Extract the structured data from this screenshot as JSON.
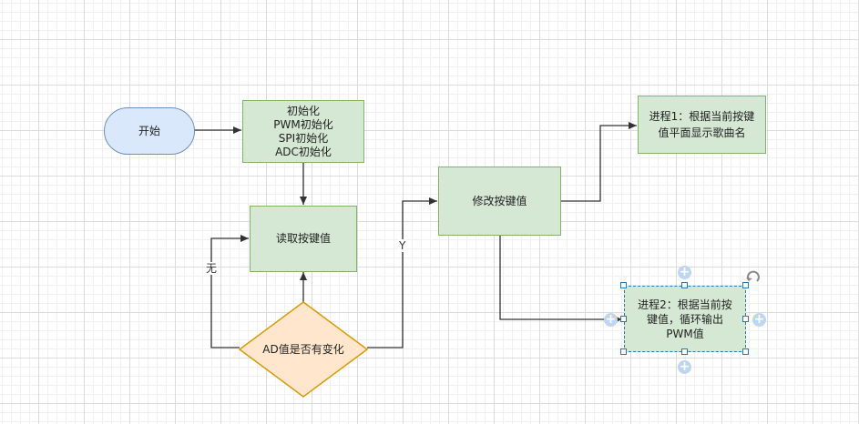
{
  "nodes": {
    "start": "开始",
    "init": [
      "初始化",
      "PWM初始化",
      "SPI初始化",
      "ADC初始化"
    ],
    "read_key": "读取按键值",
    "decision": "AD值是否有变化",
    "modify_key": "修改按键值",
    "process1": "进程1：根据当前按键值平面显示歌曲名",
    "process2": "进程2：根据当前按键值，循环输出PWM值"
  },
  "edge_labels": {
    "yes": "Y",
    "none": "无"
  },
  "colors": {
    "process_fill": "#d5e8d4",
    "process_stroke": "#82b366",
    "start_fill": "#dae8fc",
    "start_stroke": "#6c8ebf",
    "decision_fill": "#ffe6cc",
    "decision_stroke": "#d79b00",
    "selection": "#2a7ab0"
  },
  "icons": {
    "connector_arrow": "plus-icon",
    "rotate": "rotate-icon"
  }
}
